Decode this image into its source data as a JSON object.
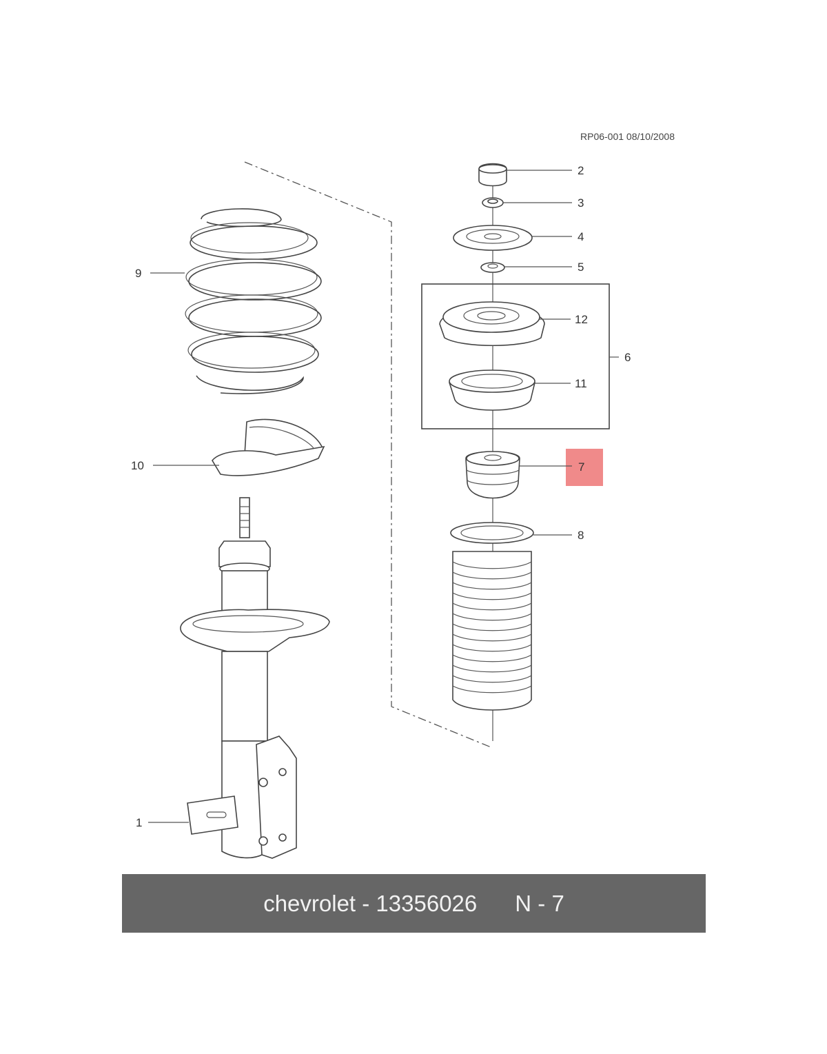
{
  "drawing_ref": "RP06-001 08/10/2008",
  "callouts": {
    "c1": "1",
    "c2": "2",
    "c3": "3",
    "c4": "4",
    "c5": "5",
    "c6": "6",
    "c7": "7",
    "c8": "8",
    "c9": "9",
    "c10": "10",
    "c11": "11",
    "c12": "12"
  },
  "highlight": {
    "callout": "7",
    "color": "#f08a8a"
  },
  "caption": {
    "brand_part": "chevrolet - 13356026",
    "position": "N - 7",
    "bar_color": "#666666"
  }
}
